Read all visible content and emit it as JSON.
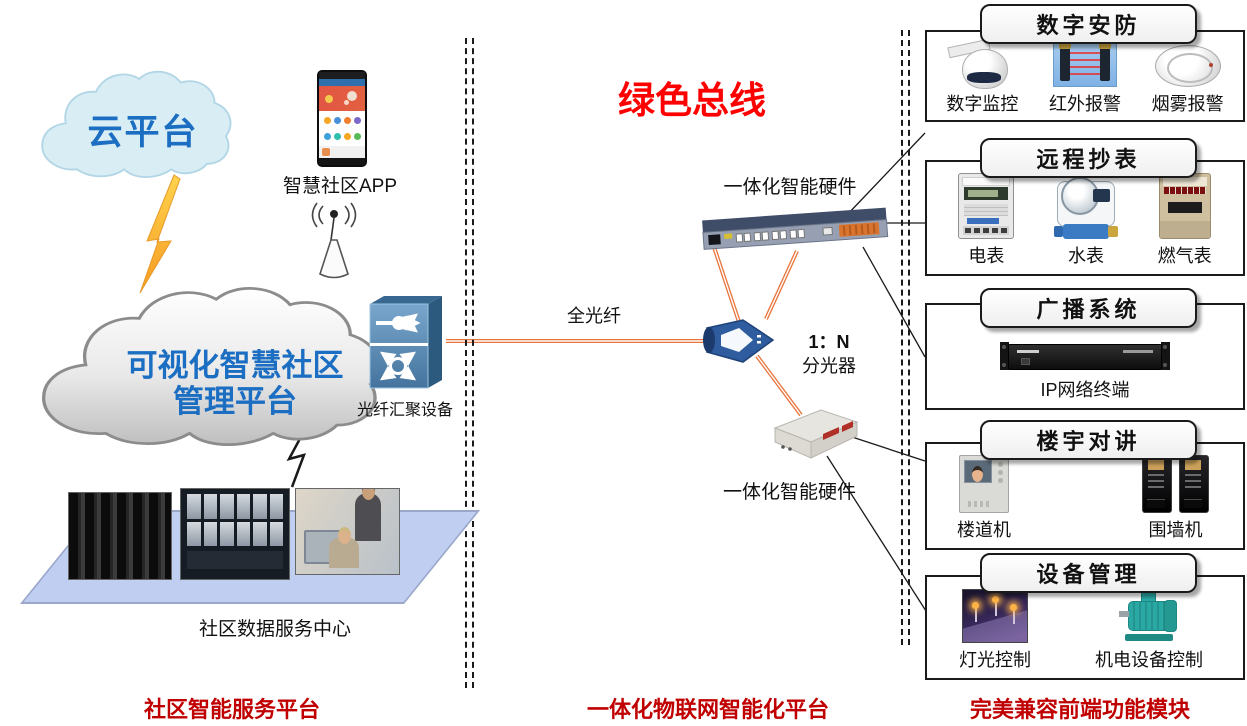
{
  "left_section": {
    "cloud_platform_label": "云平台",
    "app_label": "智慧社区APP",
    "management_platform_line1": "可视化智慧社区",
    "management_platform_line2": "管理平台",
    "aggregator_label": "光纤汇聚设备",
    "datacenter_label": "社区数据服务中心",
    "footer": "社区智能服务平台"
  },
  "middle_section": {
    "green_bus_label": "绿色总线",
    "fiber_label": "全光纤",
    "hardware_top_label": "一体化智能硬件",
    "splitter_ratio": "1：N",
    "splitter_label": "分光器",
    "hardware_bottom_label": "一体化智能硬件",
    "footer": "一体化物联网智能化平台"
  },
  "right_section": {
    "footer": "完美兼容前端功能模块",
    "modules": [
      {
        "title": "数字安防",
        "items": [
          {
            "label": "数字监控",
            "icon": "dome-camera-icon"
          },
          {
            "label": "红外报警",
            "icon": "infrared-barrier-icon"
          },
          {
            "label": "烟雾报警",
            "icon": "smoke-detector-icon"
          }
        ]
      },
      {
        "title": "远程抄表",
        "items": [
          {
            "label": "电表",
            "icon": "electric-meter-icon"
          },
          {
            "label": "水表",
            "icon": "water-meter-icon"
          },
          {
            "label": "燃气表",
            "icon": "gas-meter-icon"
          }
        ]
      },
      {
        "title": "广播系统",
        "items": [
          {
            "label": "IP网络终端",
            "icon": "ip-terminal-icon"
          }
        ]
      },
      {
        "title": "楼宇对讲",
        "items": [
          {
            "label": "楼道机",
            "icon": "door-station-icon"
          },
          {
            "label": "围墙机",
            "icon": "wall-station-icon"
          }
        ]
      },
      {
        "title": "设备管理",
        "items": [
          {
            "label": "灯光控制",
            "icon": "street-light-icon"
          },
          {
            "label": "机电设备控制",
            "icon": "motor-icon"
          }
        ]
      }
    ]
  },
  "icons": {
    "cloud-icon": "cloud shape",
    "lightning-icon": "lightning bolt connector",
    "antenna-icon": "wireless antenna",
    "smartphone-icon": "smart community app phone screen",
    "aggregator-switch-icon": "fiber aggregation switch (blue cisco-style)",
    "integrated-hardware-switch-icon": "rack switch with fiber ports",
    "splitter-icon": "optical splitter funnel",
    "integrated-hardware-box-icon": "desktop ONU terminal",
    "server-room-photo": "data center racks",
    "video-wall-photo": "monitoring video wall",
    "operators-photo": "staff at computers"
  },
  "colors": {
    "green_bus_red": "#FF0000",
    "footer_dark_red": "#C00000",
    "cloud_text_blue": "#1B6EC2",
    "fiber_orange": "#E8743B",
    "cloud1_fill": "#D9EDF5",
    "platform_fill": "#C0CEF2",
    "device_blue": "#4E7FAD",
    "splitter_blue": "#2E5C9E"
  }
}
